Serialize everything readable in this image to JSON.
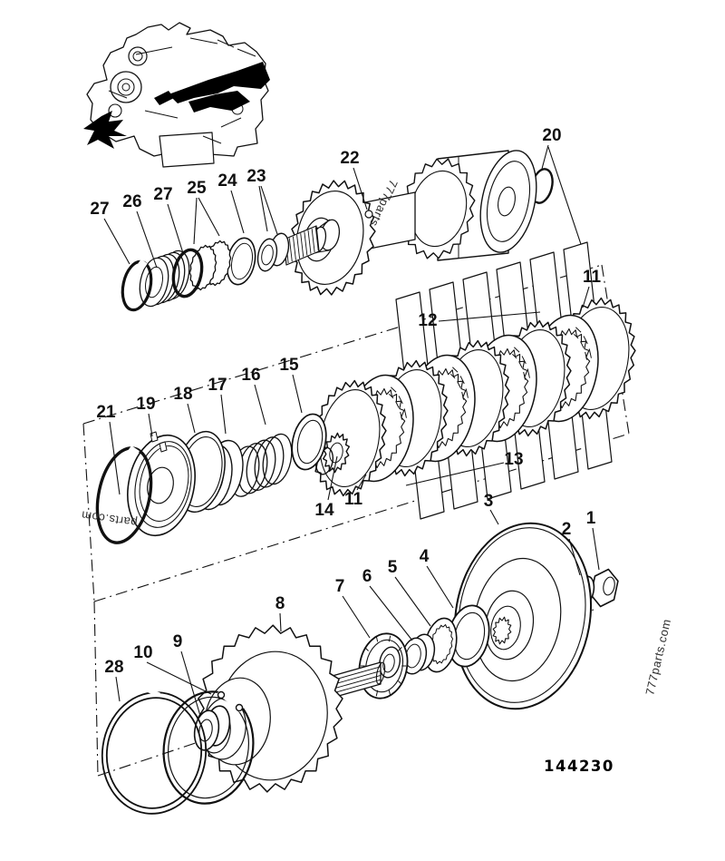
{
  "figure": {
    "doc_number": "144230",
    "watermark_top": "777parts",
    "watermark_left": "parts.com",
    "watermark_right": "777parts.com"
  },
  "callouts": [
    "27",
    "26",
    "27",
    "25",
    "24",
    "23",
    "22",
    "20",
    "11",
    "12",
    "13",
    "11",
    "14",
    "15",
    "16",
    "17",
    "18",
    "19",
    "21",
    "3",
    "2",
    "1",
    "4",
    "5",
    "6",
    "7",
    "8",
    "9",
    "10",
    "28"
  ]
}
